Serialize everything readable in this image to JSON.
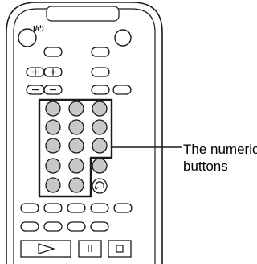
{
  "labels": {
    "power_symbol": "I/⏻",
    "callout_line1": "The numeric",
    "callout_line2": "buttons"
  },
  "colors": {
    "outline": "#1a1a1a",
    "number_button_fill": "#c8c8c8",
    "background": "#ffffff"
  },
  "icons": {
    "plus": "plus-icon",
    "minus": "minus-icon",
    "return": "return-arrow-icon",
    "play": "play-triangle-icon",
    "pause": "pause-icon",
    "stop": "stop-icon"
  }
}
